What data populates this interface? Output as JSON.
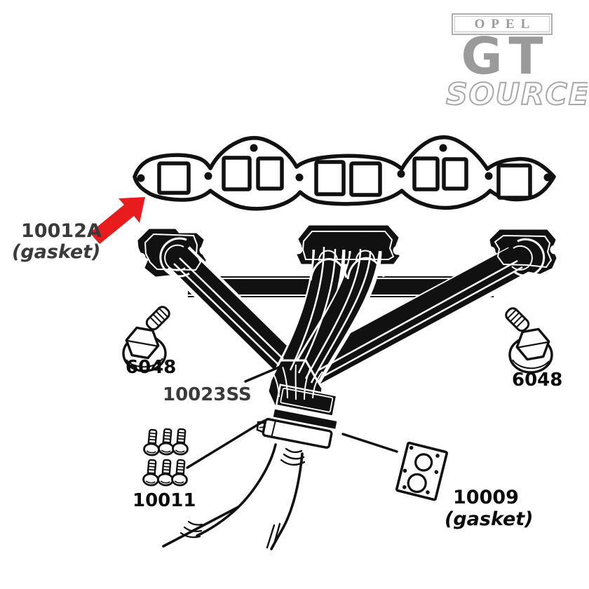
{
  "logo": {
    "opel": "OPEL",
    "gt": "GT",
    "source": "SOURCE"
  },
  "parts": {
    "manifold_gasket": {
      "id": "10012A",
      "note": "(gasket)"
    },
    "header": {
      "id": "10023SS"
    },
    "bolt_left": {
      "id": "6048"
    },
    "bolt_right": {
      "id": "6048"
    },
    "small_bolts": {
      "id": "10011"
    },
    "flange_gasket": {
      "id": "10009",
      "note": "(gasket)"
    }
  },
  "colors": {
    "arrow_red": "#e81b1d",
    "label_dark_gray": "#3a3a3a",
    "label_black": "#0b0b0b",
    "logo_gray": "#9a9a9a"
  }
}
